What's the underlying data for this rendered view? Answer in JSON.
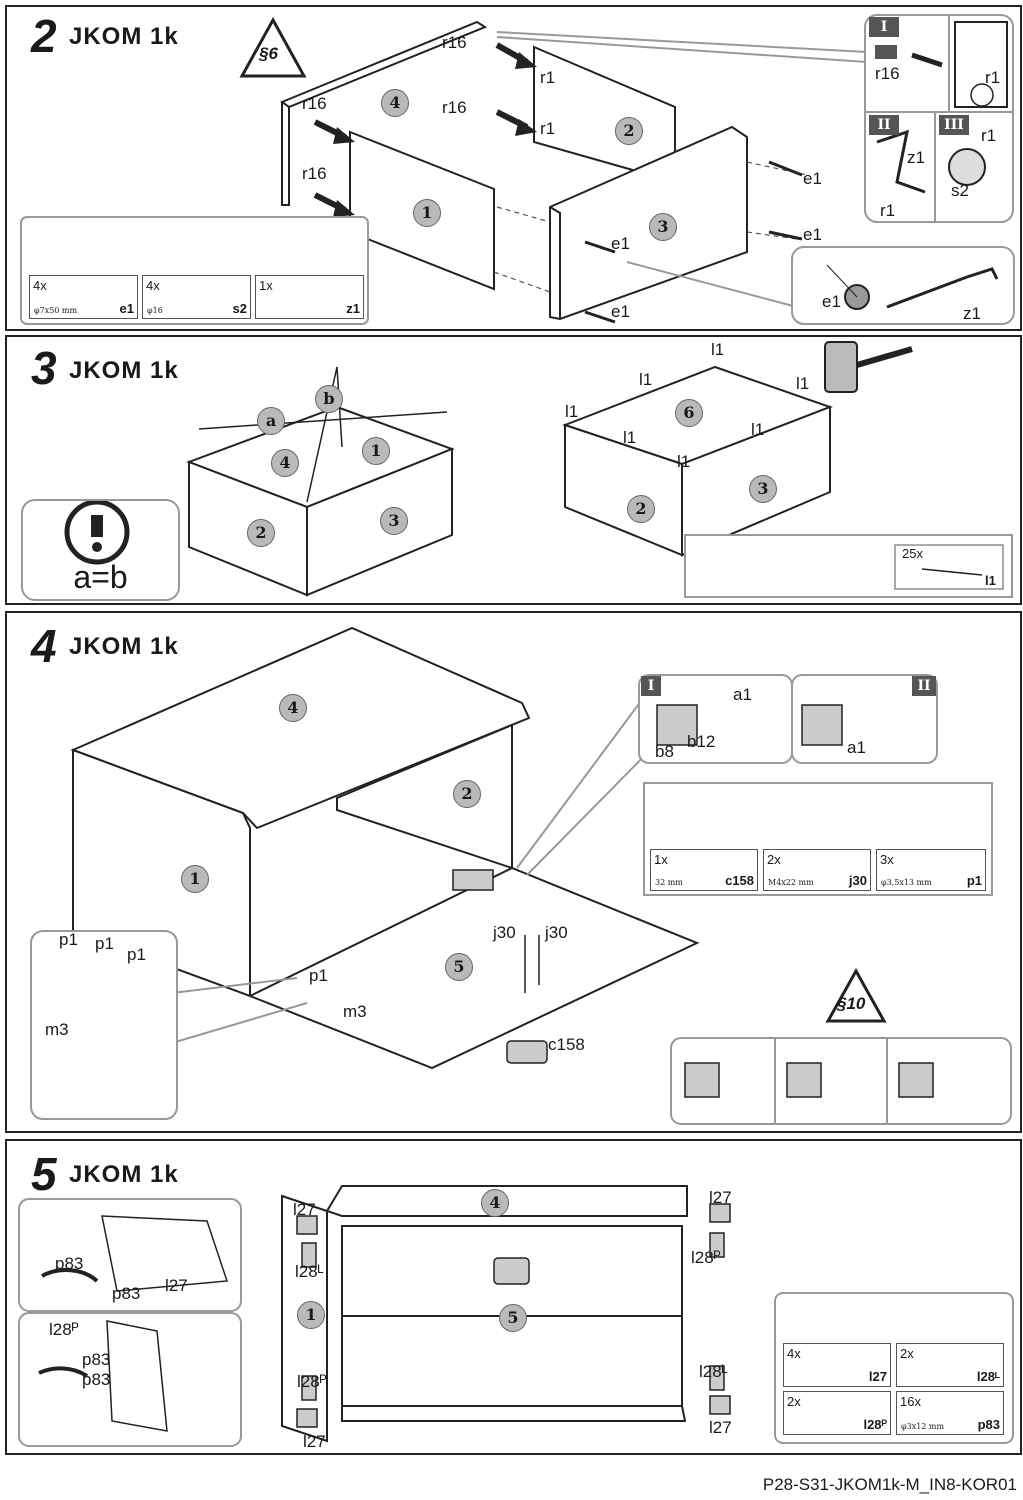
{
  "footer": "P28-S31-JKOM1k-M_IN8-KOR01",
  "steps": {
    "s2": {
      "num": "2",
      "model": "JKOM 1k",
      "sign": "§6"
    },
    "s3": {
      "num": "3",
      "model": "JKOM 1k",
      "warning": "a=b"
    },
    "s4": {
      "num": "4",
      "model": "JKOM 1k",
      "sign": "§10"
    },
    "s5": {
      "num": "5",
      "model": "JKOM 1k"
    }
  },
  "labels": {
    "r16": "r16",
    "r1": "r1",
    "e1": "e1",
    "z1": "z1",
    "s2": "s2",
    "a": "a",
    "b": "b",
    "l1": "l1",
    "a1": "a1",
    "b8": "b8",
    "b12": "b12",
    "p1": "p1",
    "m3": "m3",
    "j30": "j30",
    "c158": "c158",
    "l27": "l27",
    "l28L": "l28ᴸ",
    "l28P": "l28ᴾ",
    "p83": "p83"
  },
  "roman": {
    "I": "I",
    "II": "II",
    "III": "III"
  },
  "parts": {
    "n1": "1",
    "n2": "2",
    "n3": "3",
    "n4": "4",
    "n5": "5",
    "n6": "6"
  },
  "hardware": {
    "s2": [
      {
        "qty": "4x",
        "code": "e1",
        "spec": "φ7x50 mm"
      },
      {
        "qty": "4x",
        "code": "s2",
        "spec": "φ16"
      },
      {
        "qty": "1x",
        "code": "z1",
        "spec": ""
      }
    ],
    "s3": [
      {
        "qty": "25x",
        "code": "l1",
        "spec": ""
      }
    ],
    "s4": [
      {
        "qty": "1x",
        "code": "c158",
        "spec": "32 mm"
      },
      {
        "qty": "2x",
        "code": "j30",
        "spec": "M4x22 mm"
      },
      {
        "qty": "3x",
        "code": "p1",
        "spec": "φ3,5x13 mm"
      }
    ],
    "s5": [
      {
        "qty": "4x",
        "code": "l27",
        "spec": ""
      },
      {
        "qty": "2x",
        "code": "l28ᴸ",
        "spec": ""
      },
      {
        "qty": "2x",
        "code": "l28ᴾ",
        "spec": ""
      },
      {
        "qty": "16x",
        "code": "p83",
        "spec": "φ3x12 mm"
      }
    ]
  }
}
